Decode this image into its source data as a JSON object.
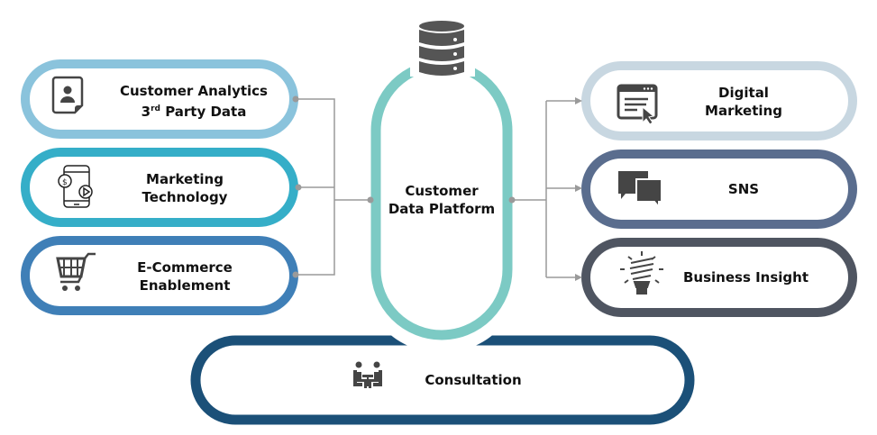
{
  "center": {
    "line1": "Customer",
    "line2": "Data Platform",
    "icon": "database-icon",
    "color": "#7ccac4"
  },
  "inputs": [
    {
      "line1": "Customer Analytics",
      "line2_pre": "3",
      "line2_sup": "rd",
      "line2_post": " Party Data",
      "icon": "contact-card-icon",
      "color": "#8ac3dc"
    },
    {
      "line1": "Marketing",
      "line2": "Technology",
      "icon": "mobile-payment-video-icon",
      "color": "#35aec8"
    },
    {
      "line1": "E-Commerce",
      "line2": "Enablement",
      "icon": "shopping-cart-icon",
      "color": "#3f7fb7"
    }
  ],
  "outputs": [
    {
      "line1": "Digital",
      "line2": "Marketing",
      "icon": "browser-cursor-icon",
      "color": "#c8d7e1"
    },
    {
      "line1": "SNS",
      "line2": "",
      "icon": "chat-bubbles-icon",
      "color": "#5a6d8e"
    },
    {
      "line1": "Business Insight",
      "line2": "",
      "icon": "lightbulb-icon",
      "color": "#4f5561"
    }
  ],
  "bottom": {
    "label": "Consultation",
    "icon": "meeting-people-icon",
    "color": "#1b5078"
  },
  "connector_color": "#9a9a9a",
  "icon_color": "#454545"
}
